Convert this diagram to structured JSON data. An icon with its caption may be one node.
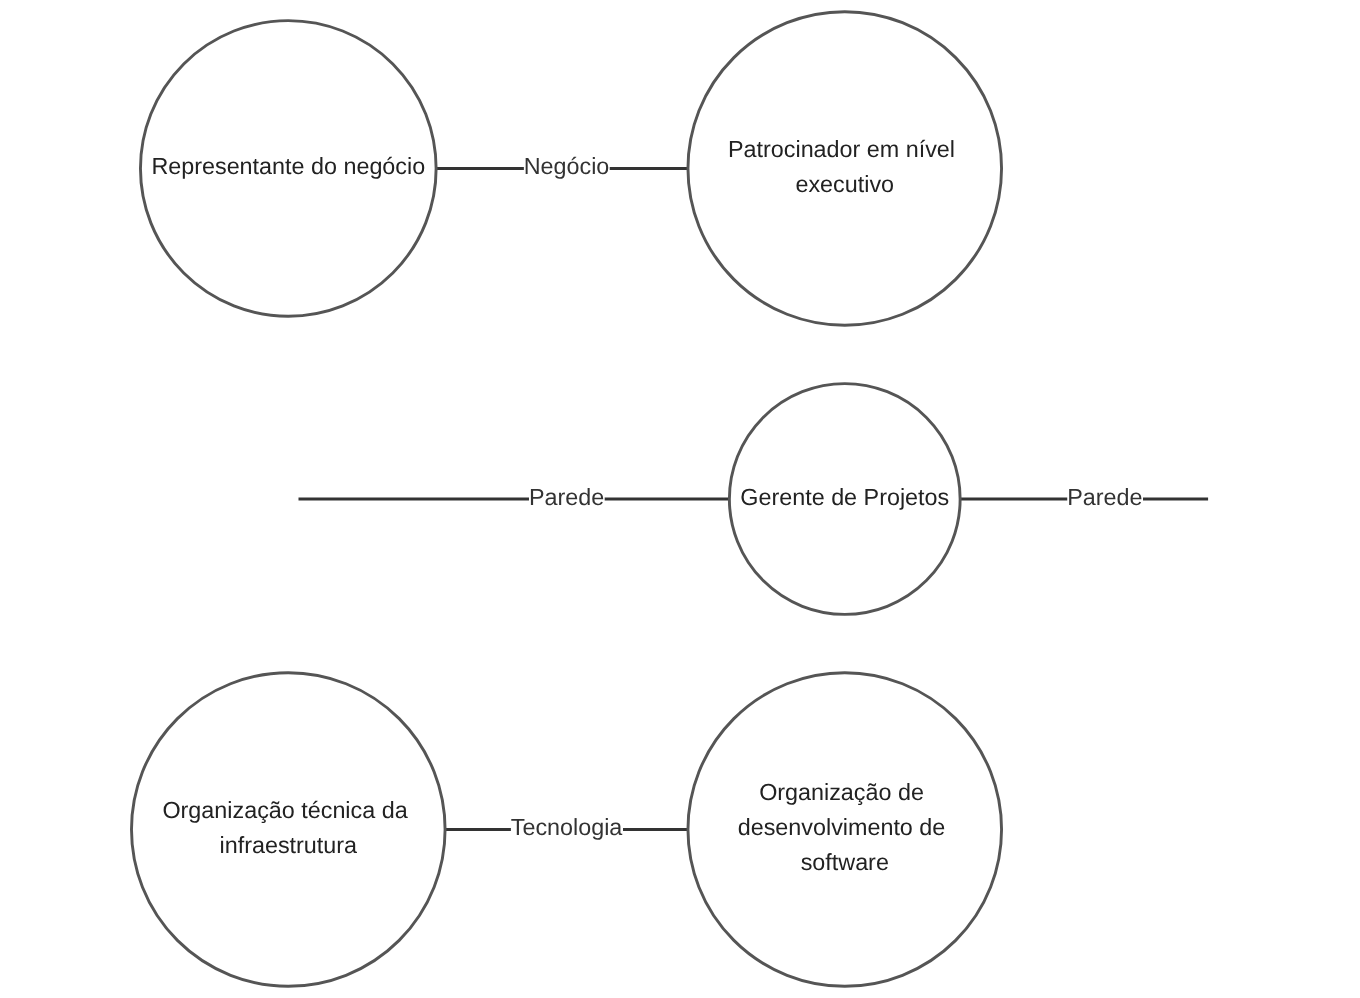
{
  "diagram": {
    "nodes": [
      {
        "text": [
          "Representante do negócio"
        ]
      },
      {
        "text": [
          "Patrocinador em nível executivo"
        ]
      },
      {
        "text": [
          "Gerente de Projetos"
        ]
      },
      {
        "text": [
          "Organização técnica da infraestrutura"
        ]
      },
      {
        "text": [
          "Organização de desenvolvimento de software"
        ]
      }
    ],
    "edges": [
      {
        "from": 0,
        "to": 1,
        "arrow": "none",
        "label": "Negócio"
      },
      {
        "from": null,
        "to": 2,
        "arrow": "none",
        "label": "Parede"
      },
      {
        "from": 2,
        "to": null,
        "arrow": "none",
        "label": "Parede"
      },
      {
        "from": 3,
        "to": 4,
        "arrow": "none",
        "label": "Tecnologia"
      }
    ]
  }
}
